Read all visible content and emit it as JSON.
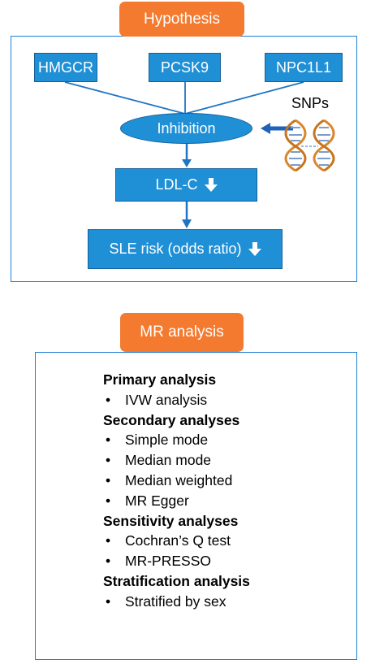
{
  "hypothesis": {
    "title": "Hypothesis",
    "genes": [
      "HMGCR",
      "PCSK9",
      "NPC1L1"
    ],
    "inhibition_label": "Inhibition",
    "snps_label": "SNPs",
    "ldl_label": "LDL-C",
    "sle_label": "SLE risk (odds ratio)"
  },
  "mr": {
    "title": "MR analysis",
    "sections": [
      {
        "heading": "Primary analysis",
        "items": [
          "IVW analysis"
        ]
      },
      {
        "heading": "Secondary analyses",
        "items": [
          "Simple mode",
          "Median mode",
          "Median weighted",
          "MR Egger"
        ]
      },
      {
        "heading": "Sensitivity analyses",
        "items": [
          "Cochran’s Q test",
          "MR-PRESSO"
        ]
      },
      {
        "heading": "Stratification analysis",
        "items": [
          "Stratified by sex"
        ]
      }
    ],
    "bullet": "•"
  },
  "colors": {
    "accent_orange": "#f47a2f",
    "box_blue": "#1f8fd6",
    "frame_blue": "#1e7fd3",
    "dna_orange": "#d9862b",
    "dna_blue": "#7a9ccf"
  },
  "icons": {
    "dna": "dna-helix-icon",
    "down": "down-arrow-icon"
  }
}
